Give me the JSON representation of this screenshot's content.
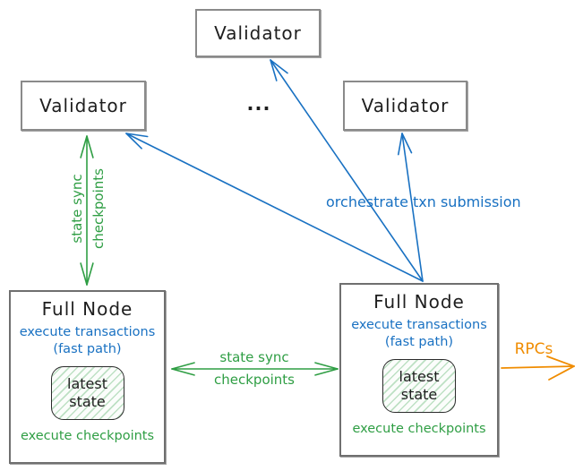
{
  "colors": {
    "green": "#2f9e44",
    "blue": "#1971c2",
    "orange": "#f08c00",
    "box_border_gray": "#8a8a8a",
    "text_black": "#1e1e1e",
    "state_fill_hatch_green": "#d3f0da"
  },
  "validators": {
    "top": {
      "label": "Validator"
    },
    "left": {
      "label": "Validator"
    },
    "right": {
      "label": "Validator"
    },
    "ellipsis": "..."
  },
  "full_nodes": {
    "left": {
      "title": "Full Node",
      "blue_line1": "execute transactions",
      "blue_line2": "(fast path)",
      "state_line1": "latest",
      "state_line2": "state",
      "green_footer": "execute checkpoints"
    },
    "right": {
      "title": "Full Node",
      "blue_line1": "execute transactions",
      "blue_line2": "(fast path)",
      "state_line1": "latest",
      "state_line2": "state",
      "green_footer": "execute checkpoints"
    }
  },
  "edges": {
    "validator_fullnode_sync": {
      "label_line1": "state sync",
      "label_line2": "checkpoints"
    },
    "fullnode_fullnode_sync": {
      "label_line1": "state sync",
      "label_line2": "checkpoints"
    },
    "orchestrate": {
      "label": "orchestrate txn submission"
    },
    "rpcs": {
      "label": "RPCs"
    }
  }
}
